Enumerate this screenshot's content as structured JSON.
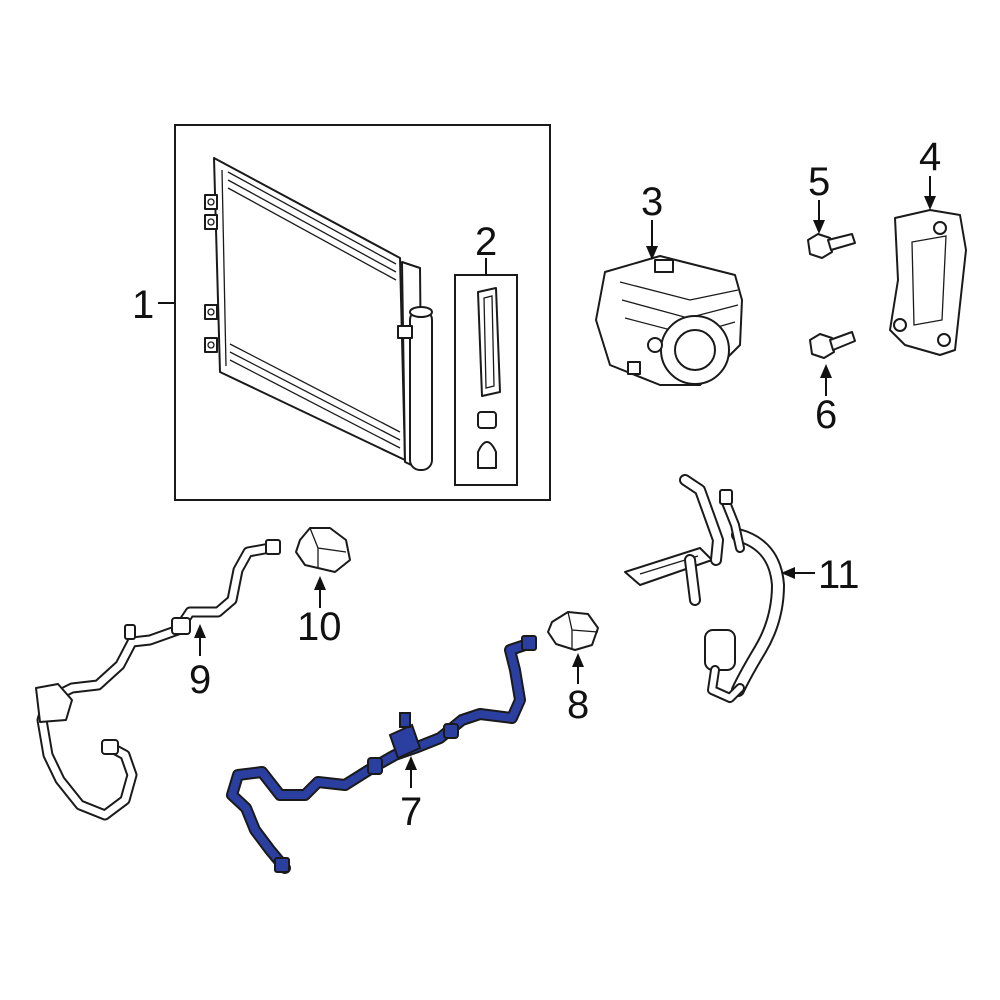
{
  "diagram": {
    "colors": {
      "line": "#1a1a1a",
      "highlight": "#2b3fa0",
      "background": "#ffffff"
    },
    "callouts": [
      {
        "id": "1",
        "label": "1"
      },
      {
        "id": "2",
        "label": "2"
      },
      {
        "id": "3",
        "label": "3"
      },
      {
        "id": "4",
        "label": "4"
      },
      {
        "id": "5",
        "label": "5"
      },
      {
        "id": "6",
        "label": "6"
      },
      {
        "id": "7",
        "label": "7"
      },
      {
        "id": "8",
        "label": "8"
      },
      {
        "id": "9",
        "label": "9"
      },
      {
        "id": "10",
        "label": "10"
      },
      {
        "id": "11",
        "label": "11"
      }
    ],
    "parts": [
      {
        "callout": "1",
        "icon": "condenser-assembly-icon"
      },
      {
        "callout": "2",
        "icon": "receiver-drier-kit-icon"
      },
      {
        "callout": "3",
        "icon": "ac-compressor-icon"
      },
      {
        "callout": "4",
        "icon": "compressor-bracket-icon"
      },
      {
        "callout": "5",
        "icon": "bolt-icon"
      },
      {
        "callout": "6",
        "icon": "bolt-icon"
      },
      {
        "callout": "7",
        "icon": "ac-hose-line-highlighted-icon"
      },
      {
        "callout": "8",
        "icon": "hose-clamp-icon"
      },
      {
        "callout": "9",
        "icon": "ac-hose-line-icon"
      },
      {
        "callout": "10",
        "icon": "hose-clamp-icon"
      },
      {
        "callout": "11",
        "icon": "suction-hose-assembly-icon"
      }
    ]
  }
}
